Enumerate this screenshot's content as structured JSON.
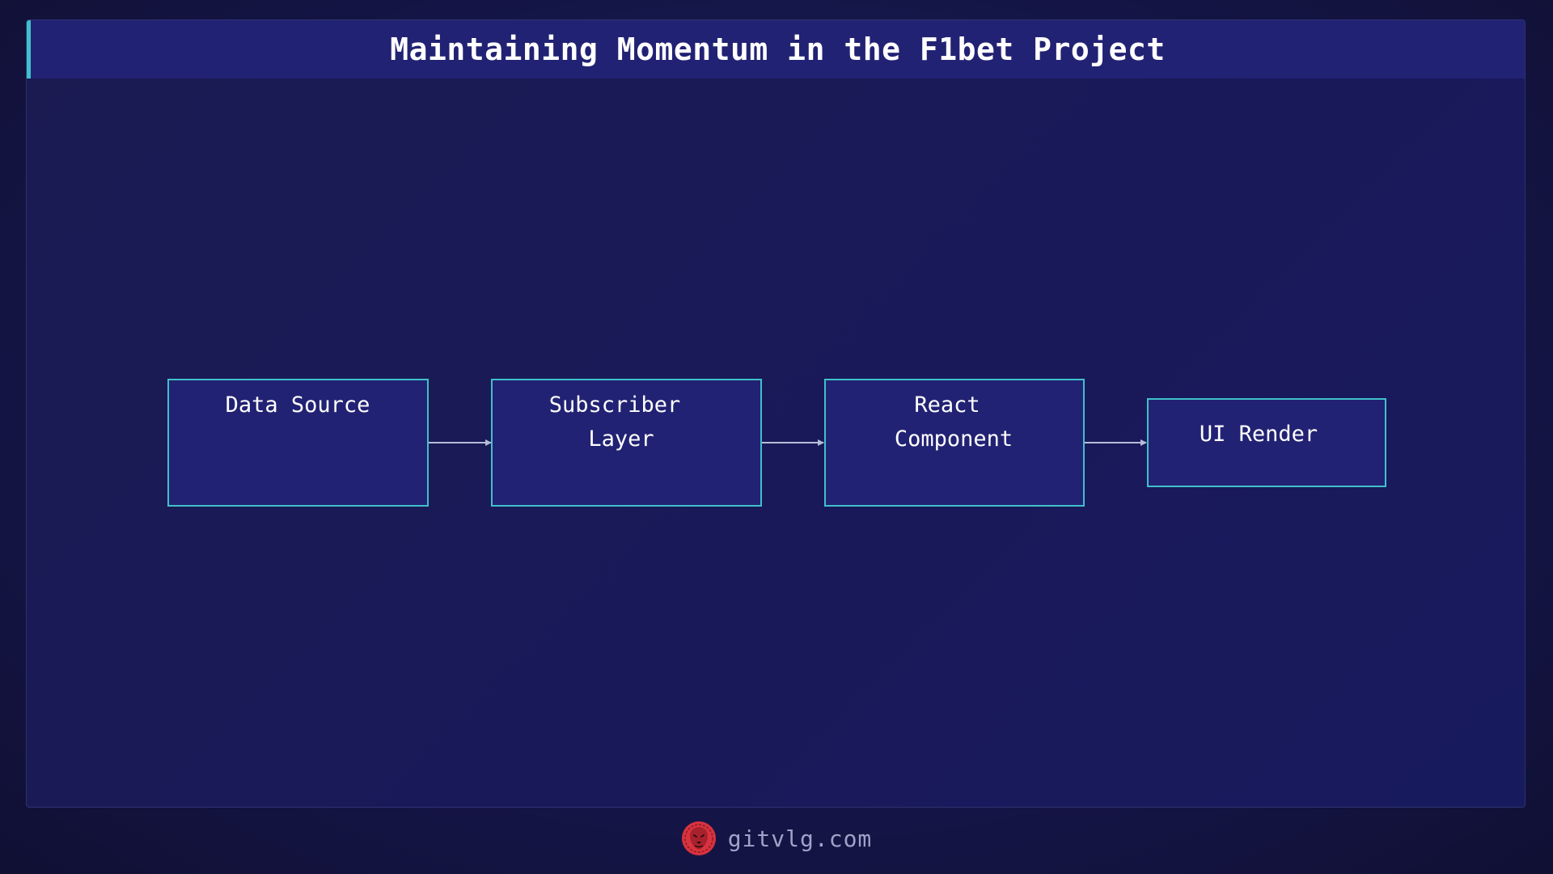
{
  "header": {
    "title": "Maintaining Momentum in the F1bet Project"
  },
  "diagram": {
    "nodes": [
      {
        "id": "data-source",
        "lines": [
          "Data Source"
        ]
      },
      {
        "id": "subscriber-layer",
        "lines": [
          "Subscriber",
          "Layer"
        ]
      },
      {
        "id": "react-component",
        "lines": [
          "React",
          "Component"
        ]
      },
      {
        "id": "ui-render",
        "lines": [
          "UI Render"
        ]
      }
    ],
    "edges": [
      {
        "from": "data-source",
        "to": "subscriber-layer"
      },
      {
        "from": "subscriber-layer",
        "to": "react-component"
      },
      {
        "from": "react-component",
        "to": "ui-render"
      }
    ]
  },
  "footer": {
    "site": "gitvlg.com",
    "logo_icon": "lion-logo-icon"
  },
  "colors": {
    "accent": "#3fc1c9",
    "node_fill": "#222274",
    "logo": "#d8333f"
  }
}
